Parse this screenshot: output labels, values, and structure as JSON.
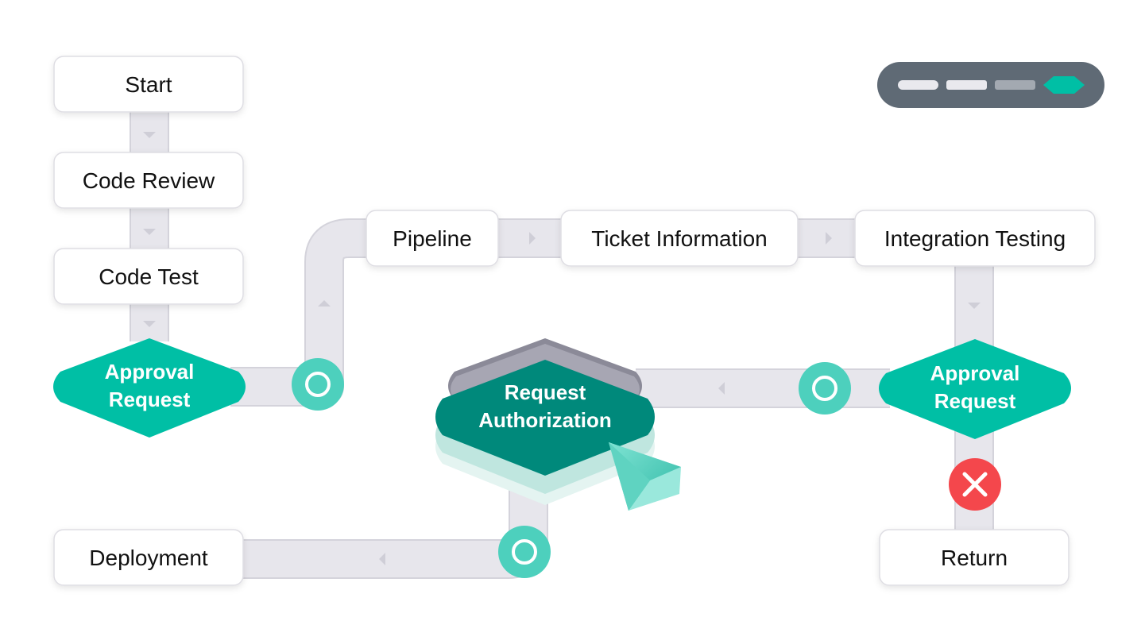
{
  "nodes": {
    "start": "Start",
    "code_review": "Code Review",
    "code_test": "Code Test",
    "approval_left": [
      "Approval",
      "Request"
    ],
    "pipeline": "Pipeline",
    "ticket_information": "Ticket Information",
    "integration_testing": "Integration Testing",
    "approval_right": [
      "Approval",
      "Request"
    ],
    "request_authorization": [
      "Request",
      "Authorization"
    ],
    "deployment": "Deployment",
    "return": "Return"
  },
  "colors": {
    "teal": "#00bfa5",
    "teal_dark": "#00897b",
    "teal_light": "#4dd0bd",
    "reject_red": "#f4474c",
    "progress_bg": "#5f6a75",
    "track": "#e7e6ec"
  },
  "icons": {
    "checkpoint": "ring-node-icon",
    "reject": "close-icon",
    "cursor": "pointer-arrow-icon"
  },
  "progress_indicator": {
    "steps": 4,
    "active_step": 4
  }
}
